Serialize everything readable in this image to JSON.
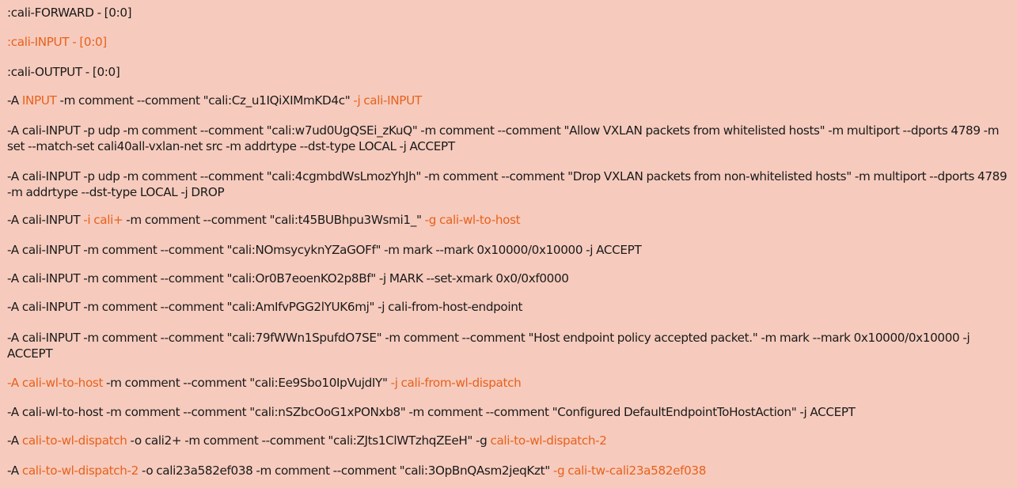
{
  "lines": [
    [
      {
        "t": ":cali-FORWARD - [0:0]",
        "h": false
      }
    ],
    [
      {
        "t": ":cali-INPUT - [0:0]",
        "h": true
      }
    ],
    [
      {
        "t": ":cali-OUTPUT - [0:0]",
        "h": false
      }
    ],
    [
      {
        "t": "-A ",
        "h": false
      },
      {
        "t": "INPUT",
        "h": true
      },
      {
        "t": " -m comment --comment \"cali:Cz_u1IQiXIMmKD4c\" ",
        "h": false
      },
      {
        "t": "-j cali-INPUT",
        "h": true
      }
    ],
    [
      {
        "t": "-A cali-INPUT -p udp -m comment --comment \"cali:w7ud0UgQSEi_zKuQ\" -m comment --comment \"Allow VXLAN packets from whitelisted hosts\" -m multiport --dports 4789 -m set --match-set cali40all-vxlan-net src -m addrtype --dst-type LOCAL -j ACCEPT",
        "h": false
      }
    ],
    [
      {
        "t": "-A cali-INPUT -p udp -m comment --comment \"cali:4cgmbdWsLmozYhJh\" -m comment --comment \"Drop VXLAN packets from non-whitelisted hosts\" -m multiport --dports 4789 -m addrtype --dst-type LOCAL -j DROP",
        "h": false
      }
    ],
    [
      {
        "t": "-A cali-INPUT ",
        "h": false
      },
      {
        "t": "-i cali+",
        "h": true
      },
      {
        "t": " -m comment --comment \"cali:t45BUBhpu3Wsmi1_\" ",
        "h": false
      },
      {
        "t": "-g cali-wl-to-host",
        "h": true
      }
    ],
    [
      {
        "t": "-A cali-INPUT -m comment --comment \"cali:NOmsycyknYZaGOFf\" -m mark --mark 0x10000/0x10000 -j ACCEPT",
        "h": false
      }
    ],
    [
      {
        "t": "-A cali-INPUT -m comment --comment \"cali:Or0B7eoenKO2p8Bf\" -j MARK --set-xmark 0x0/0xf0000",
        "h": false
      }
    ],
    [
      {
        "t": "-A cali-INPUT -m comment --comment \"cali:AmIfvPGG2lYUK6mj\" -j cali-from-host-endpoint",
        "h": false
      }
    ],
    [
      {
        "t": "-A cali-INPUT -m comment --comment \"cali:79fWWn1SpufdO7SE\" -m comment --comment \"Host endpoint policy accepted packet.\" -m mark --mark 0x10000/0x10000 -j ACCEPT",
        "h": false
      }
    ],
    [
      {
        "t": "-A cali-wl-to-host",
        "h": true
      },
      {
        "t": " -m comment --comment \"cali:Ee9Sbo10IpVujdIY\" ",
        "h": false
      },
      {
        "t": "-j cali-from-wl-dispatch",
        "h": true
      }
    ],
    [
      {
        "t": "-A cali-wl-to-host -m comment --comment \"cali:nSZbcOoG1xPONxb8\" -m comment --comment \"Configured DefaultEndpointToHostAction\" -j ACCEPT",
        "h": false
      }
    ],
    [
      {
        "t": "-A ",
        "h": false
      },
      {
        "t": "cali-to-wl-dispatch",
        "h": true
      },
      {
        "t": " -o cali2+ -m comment --comment \"cali:ZJts1ClWTzhqZEeH\" -g ",
        "h": false
      },
      {
        "t": "cali-to-wl-dispatch-2",
        "h": true
      }
    ],
    [
      {
        "t": "-A ",
        "h": false
      },
      {
        "t": "cali-to-wl-dispatch-2",
        "h": true
      },
      {
        "t": " -o cali23a582ef038 -m comment --comment \"cali:3OpBnQAsm2jeqKzt\" ",
        "h": false
      },
      {
        "t": "-g cali-tw-cali23a582ef038",
        "h": true
      }
    ]
  ],
  "colors": {
    "background": "#f6cbbd",
    "text": "#1a1a1a",
    "highlight": "#e8611c"
  }
}
